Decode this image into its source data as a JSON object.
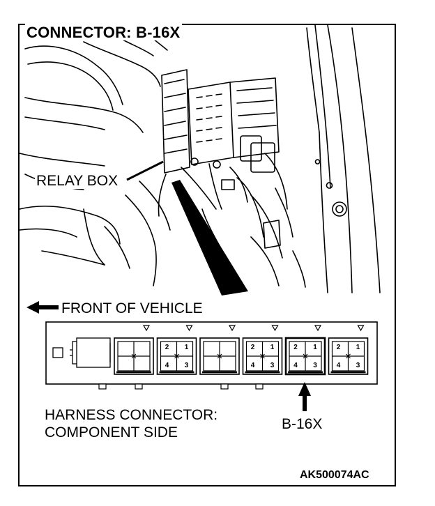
{
  "title": "CONNECTOR: B-16X",
  "labels": {
    "relay_box": "RELAY BOX",
    "front_of_vehicle": "FRONT OF VEHICLE",
    "harness_line1": "HARNESS CONNECTOR:",
    "harness_line2": "COMPONENT SIDE",
    "connector_callout": "B-16X",
    "drawing_code": "AK500074AC"
  },
  "icons": [
    "arrow-left-icon",
    "arrow-up-icon"
  ],
  "connector_block": {
    "connectors": [
      {
        "pins": []
      },
      {
        "pins": [
          "2",
          "1",
          "4",
          "3"
        ]
      },
      {
        "pins": []
      },
      {
        "pins": [
          "2",
          "1",
          "4",
          "3"
        ]
      },
      {
        "pins": [
          "2",
          "1",
          "4",
          "3"
        ]
      },
      {
        "pins": [
          "2",
          "1",
          "4",
          "3"
        ]
      }
    ],
    "highlighted_index": 4
  }
}
